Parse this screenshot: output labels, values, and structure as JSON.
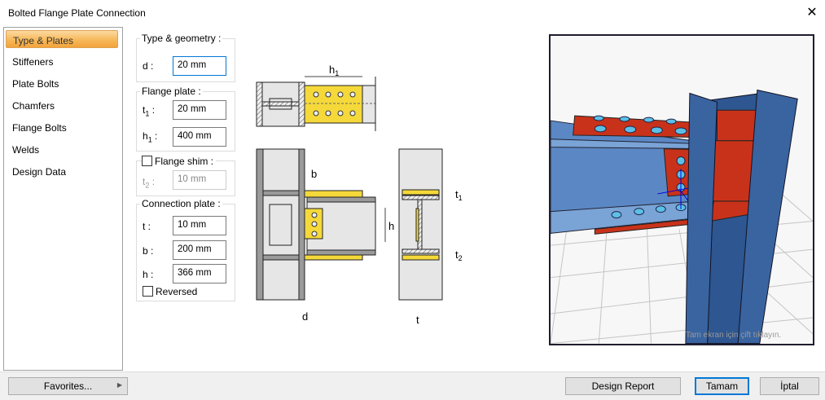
{
  "window": {
    "title": "Bolted Flange Plate Connection",
    "close_icon": "close-icon"
  },
  "nav": {
    "items": [
      {
        "label": "Type & Plates",
        "selected": true
      },
      {
        "label": "Stiffeners"
      },
      {
        "label": "Plate Bolts"
      },
      {
        "label": "Chamfers"
      },
      {
        "label": "Flange Bolts"
      },
      {
        "label": "Welds"
      },
      {
        "label": "Design Data"
      }
    ]
  },
  "type_geometry": {
    "legend": "Type & geometry :",
    "d_label": "d :",
    "d_value": "20 mm"
  },
  "flange_plate": {
    "legend": "Flange plate :",
    "t1_label": "t",
    "t1_sub": "1",
    "t1_value": "20 mm",
    "h1_label": "h",
    "h1_sub": "1",
    "h1_value": "400 mm"
  },
  "flange_shim": {
    "legend": "Flange shim :",
    "checked": false,
    "t2_label": "t",
    "t2_sub": "2",
    "t2_value": "10 mm"
  },
  "connection_plate": {
    "legend": "Connection plate :",
    "t_label": "t :",
    "t_value": "10 mm",
    "b_label": "b :",
    "b_value": "200 mm",
    "h_label": "h :",
    "h_value": "366 mm",
    "reversed_label": "Reversed",
    "reversed_checked": false
  },
  "diagram": {
    "h1": "h",
    "h1_sub": "1",
    "b": "b",
    "h": "h",
    "d": "d",
    "t1": "t",
    "t1_sub": "1",
    "t2": "t",
    "t2_sub": "2",
    "t": "t",
    "colors": {
      "plate": "#f5d93a",
      "steel": "#e6e6e6",
      "flange": "#9a9a9a"
    }
  },
  "view3d": {
    "hint": "Tam ekran için çift tıklayın.",
    "colors": {
      "beam": "#5b88c4",
      "plate": "#c9321a",
      "column": "#3a64a0"
    }
  },
  "footer": {
    "favorites_label": "Favorites...",
    "design_report_label": "Design Report",
    "ok_label": "Tamam",
    "cancel_label": "İptal"
  }
}
